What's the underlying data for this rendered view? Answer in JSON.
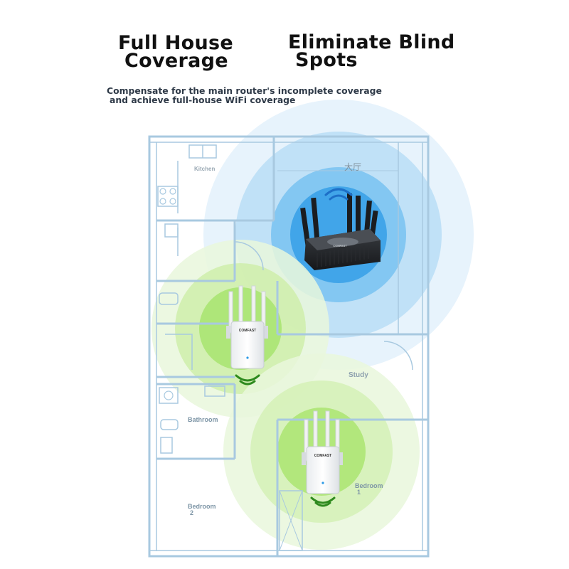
{
  "headings": {
    "coverage": [
      "Full House",
      "Coverage"
    ],
    "blind_spots": [
      "Eliminate Blind",
      "Spots"
    ]
  },
  "subtitle": [
    "Compensate for the main router's incomplete coverage",
    "and achieve full-house WiFi coverage"
  ],
  "rooms": {
    "kitchen": "Kitchen",
    "living_room": "大厅",
    "study": "Study",
    "bathroom": "Bathroom",
    "bedroom2": [
      "Bedroom",
      "2"
    ],
    "bedroom1": [
      "Bedroom",
      "1"
    ]
  },
  "devices": {
    "router_brand": "COMFAST",
    "extender_brand": "COMFAST"
  },
  "colors": {
    "router_signal": "#2d9be6",
    "extender_signal": "#7fd43a",
    "floor_plan_lines": "#a8c9e0"
  },
  "icons": {
    "router": "wifi-router-icon",
    "extender": "wifi-extender-icon",
    "signal": "wifi-signal-icon"
  }
}
